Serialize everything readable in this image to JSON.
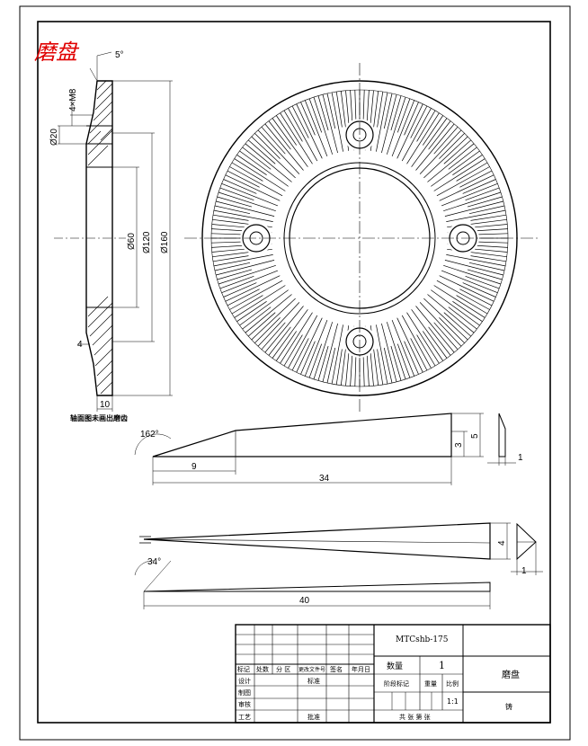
{
  "title": "磨盘",
  "colors": {
    "title": "#e00000",
    "line": "#000000"
  },
  "section_view": {
    "note": "轴面图未画出磨齿",
    "angle_label": "5°",
    "hole_spec": "4×M8",
    "dims": {
      "d20": "Ø20",
      "d60": "Ø60",
      "d120": "Ø120",
      "d160": "Ø160",
      "thick": "10",
      "step": "4"
    }
  },
  "tooth_top": {
    "angle": "162°",
    "len_short": "9",
    "len_total": "34",
    "height_small": "3",
    "height_big": "5",
    "tip": "1"
  },
  "tooth_bottom": {
    "height": "4",
    "tip": "1",
    "angle": "34°",
    "length": "40"
  },
  "title_block": {
    "model": "MTCshb-175",
    "part_name": "磨盘",
    "material": "铸",
    "qty_label": "数量",
    "qty_value": "1",
    "scale_label": "比例",
    "scale_value": "1:1",
    "stage_label": "阶段标记",
    "weight_label": "重量",
    "sheet_text": "共 张 第 张",
    "row_labels": [
      "标记",
      "处数",
      "分 区",
      "更改文件号",
      "签名",
      "年月日"
    ],
    "left_labels": [
      "设计",
      "制图",
      "审核",
      "工艺"
    ],
    "std_label": "标准",
    "approve_label": "批准"
  }
}
